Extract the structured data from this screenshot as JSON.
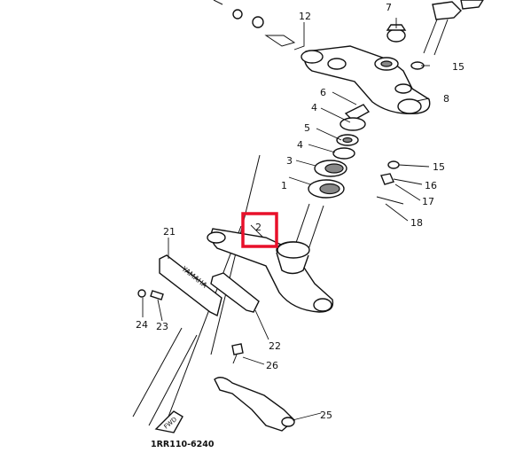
{
  "diagram": {
    "part_numbers": [
      "1",
      "2",
      "3",
      "4",
      "5",
      "4",
      "6",
      "7",
      "8",
      "12",
      "15",
      "15",
      "16",
      "17",
      "18",
      "21",
      "22",
      "23",
      "24",
      "25",
      "26"
    ],
    "catalog_code": "1RR110-6240",
    "brand_mark": "YAMAHA",
    "fwd_mark": "FWD",
    "highlight": {
      "label": "2",
      "color": "#e8102a"
    }
  }
}
